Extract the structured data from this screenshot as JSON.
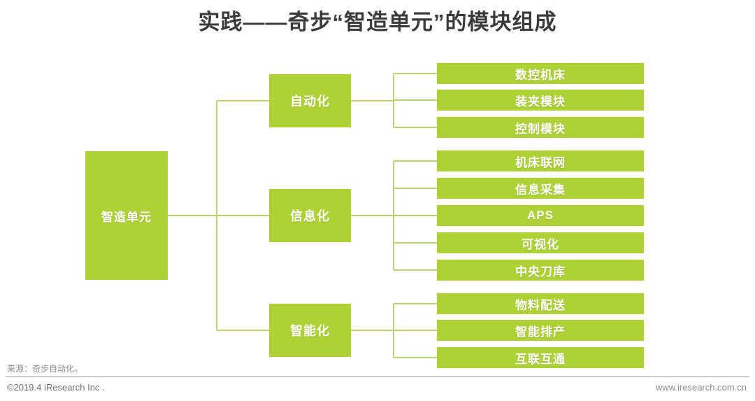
{
  "title": "实践——奇步“智造单元”的模块组成",
  "colors": {
    "node_fill": "#aed136",
    "node_text": "#ffffff",
    "connector": "#b9d46a",
    "title_text": "#3b3b3b",
    "footer_text": "#8a8a8a",
    "background": "#ffffff"
  },
  "diagram": {
    "type": "tree",
    "root": {
      "label": "智造单元"
    },
    "branches": [
      {
        "label": "自动化",
        "leaves": [
          {
            "label": "数控机床"
          },
          {
            "label": "装夹模块"
          },
          {
            "label": "控制模块"
          }
        ]
      },
      {
        "label": "信息化",
        "leaves": [
          {
            "label": "机床联网"
          },
          {
            "label": "信息采集"
          },
          {
            "label": "APS"
          },
          {
            "label": "可视化"
          },
          {
            "label": "中央刀库"
          }
        ]
      },
      {
        "label": "智能化",
        "leaves": [
          {
            "label": "物料配送"
          },
          {
            "label": "智能排产"
          },
          {
            "label": "互联互通"
          }
        ]
      }
    ]
  },
  "footer": {
    "source": "来源：奇步自动化。",
    "copyright": "©2019.4 iResearch Inc .",
    "website": "www.iresearch.com.cn"
  }
}
